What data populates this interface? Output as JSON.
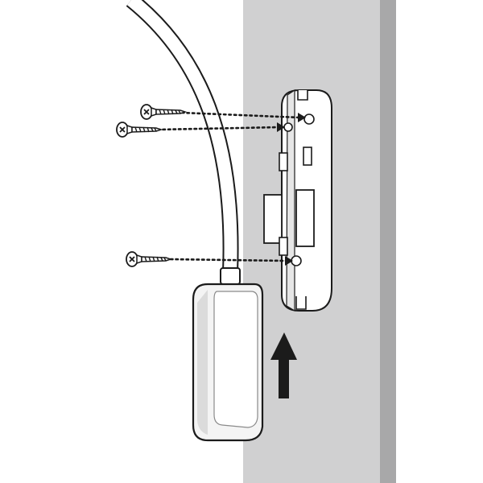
{
  "diagram": {
    "kind": "wall-mount installation illustration",
    "texts": [],
    "components": {
      "wall": "wall",
      "mount_bracket": "mounting-bracket",
      "screws": [
        "screw-top",
        "screw-middle",
        "screw-bottom"
      ],
      "device": "sensor-device",
      "cable": "cable",
      "arrow": "up-arrow"
    },
    "screw_count": 3,
    "arrow_direction": "up"
  },
  "colors": {
    "background": "#ffffff",
    "wall": "#d0d0d1",
    "wall_edge": "#a8a8a9",
    "line": "#1b1b1b",
    "device_fill": "#f4f4f4",
    "device_shade": "#d4d4d4",
    "arrow": "#1b1b1b"
  }
}
